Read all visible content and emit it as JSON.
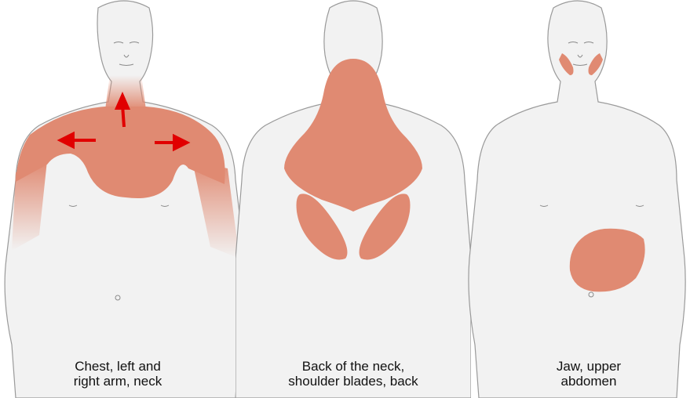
{
  "figures": [
    {
      "caption": [
        "Chest, left and",
        "right arm, neck"
      ]
    },
    {
      "caption": [
        "Back of the neck,",
        "shoulder blades, back"
      ]
    },
    {
      "caption": [
        "Jaw, upper",
        "abdomen"
      ]
    }
  ],
  "colors": {
    "body_fill": "#f2f2f2",
    "body_outline": "#9a9a9a",
    "pain_area": "#e08a72",
    "arrow": "#e10000"
  }
}
